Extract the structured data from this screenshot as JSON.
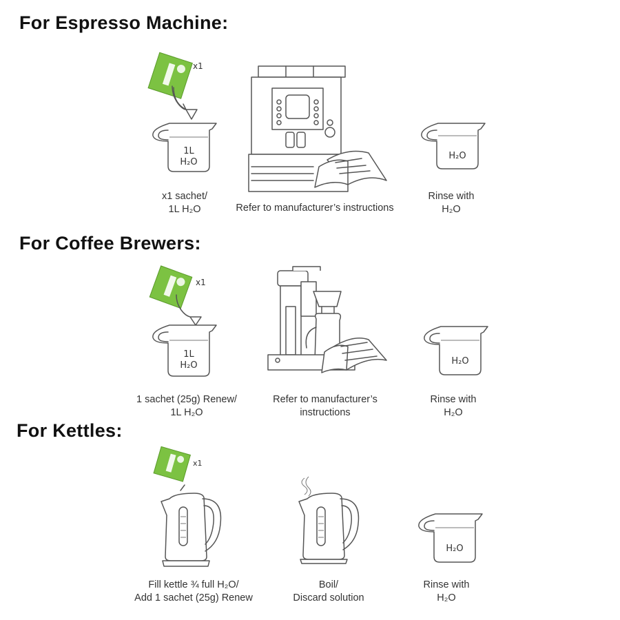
{
  "colors": {
    "sachet": "#7cc242",
    "line": "#555555"
  },
  "sections": [
    {
      "heading": "For Espresso Machine:",
      "sachet_count": "x1",
      "jug1_text": [
        "1L",
        "H₂O"
      ],
      "caption1": [
        "x1 sachet/",
        "1L H₂O"
      ],
      "caption2": [
        "Refer to manufacturer’s instructions"
      ],
      "jug3_text": "H₂O",
      "caption3": [
        "Rinse with",
        "H₂O"
      ]
    },
    {
      "heading": "For Coffee Brewers:",
      "sachet_count": "x1",
      "jug1_text": [
        "1L",
        "H₂O"
      ],
      "caption1": [
        "1 sachet (25g) Renew/",
        "1L H₂O"
      ],
      "caption2": [
        "Refer to manufacturer’s",
        "instructions"
      ],
      "jug3_text": "H₂O",
      "caption3": [
        "Rinse with",
        "H₂O"
      ]
    },
    {
      "heading": "For Kettles:",
      "sachet_count": "x1",
      "caption1": [
        "Fill kettle ¾ full H₂O/",
        "Add 1 sachet (25g) Renew"
      ],
      "caption2": [
        "Boil/",
        "Discard solution"
      ],
      "jug3_text": "H₂O",
      "caption3": [
        "Rinse with",
        "H₂O"
      ]
    }
  ]
}
